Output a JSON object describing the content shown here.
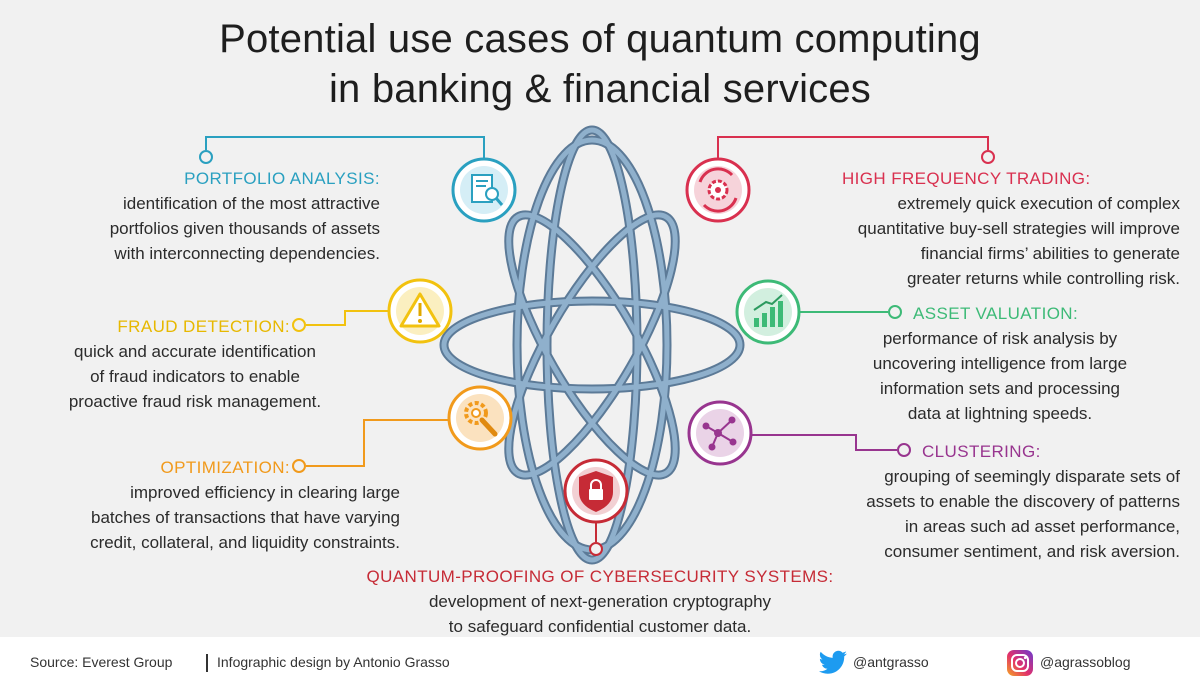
{
  "title": {
    "line1": "Potential use cases of quantum computing",
    "line2": "in banking & financial services"
  },
  "colors": {
    "portfolio": "#2aa0c0",
    "fraud": "#f2c20f",
    "optimization": "#f19a1c",
    "hft": "#d9304f",
    "asset": "#3dba77",
    "clustering": "#98358f",
    "quantum": "#c62b36",
    "atom": "#6f8ca8"
  },
  "blocks": {
    "portfolio": {
      "heading": "PORTFOLIO ANALYSIS:",
      "lines": [
        "identification of the most attractive",
        "portfolios given thousands of assets",
        "with interconnecting dependencies."
      ]
    },
    "fraud": {
      "heading": "FRAUD DETECTION:",
      "lines": [
        "quick and accurate identification",
        "of fraud indicators to enable",
        "proactive fraud risk management."
      ]
    },
    "optimization": {
      "heading": "OPTIMIZATION:",
      "lines": [
        "improved efficiency in clearing large",
        "batches of transactions that have varying",
        "credit, collateral, and liquidity constraints."
      ]
    },
    "hft": {
      "heading": "HIGH FREQUENCY TRADING:",
      "lines": [
        "extremely quick execution of complex",
        "quantitative buy-sell strategies will improve",
        "financial firms’ abilities to generate",
        "greater returns while controlling risk."
      ]
    },
    "asset": {
      "heading": "ASSET VALUATION:",
      "lines": [
        "performance of risk analysis by",
        "uncovering intelligence from large",
        "information sets and processing",
        "data at lightning speeds."
      ]
    },
    "clustering": {
      "heading": "CLUSTERING:",
      "lines": [
        "grouping of seemingly disparate sets of",
        "assets to enable the discovery of patterns",
        "in areas such ad asset performance,",
        "consumer sentiment, and risk aversion."
      ]
    },
    "quantum": {
      "heading": "QUANTUM-PROOFING OF CYBERSECURITY SYSTEMS:",
      "lines": [
        "development of next-generation cryptography",
        "to safeguard confidential customer data."
      ]
    }
  },
  "icons": {
    "portfolio": "document-magnifier-icon",
    "fraud": "warning-triangle-icon",
    "optimization": "gear-wrench-icon",
    "hft": "gear-cycle-icon",
    "asset": "bar-chart-growth-icon",
    "clustering": "network-nodes-icon",
    "quantum": "shield-lock-icon"
  },
  "footer": {
    "source": "Source: Everest Group",
    "design": "Infographic design by Antonio Grasso",
    "twitter": "@antgrasso",
    "instagram": "@agrassoblog"
  }
}
